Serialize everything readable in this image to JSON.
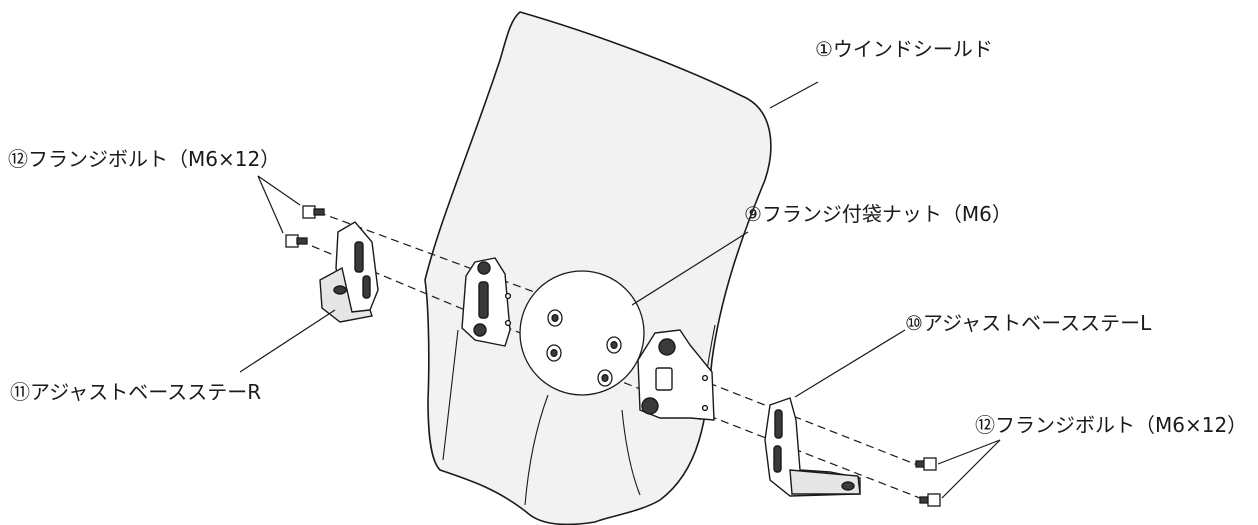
{
  "parts": {
    "windshield": "①ウインドシールド",
    "flange_bolt_left": "⑫フランジボルト（M6×12）",
    "flange_cap_nut": "⑨フランジ付袋ナット（M6）",
    "adjust_base_stay_l": "⑩アジャストベースステーL",
    "adjust_base_stay_r": "⑪アジャストベースステーR",
    "flange_bolt_right": "⑫フランジボルト（M6×12）"
  },
  "colors": {
    "line": "#1a1a1a",
    "shield": "#f2f2f2",
    "part_fill": "#ffffff",
    "part_dark": "#3a3a3a"
  }
}
